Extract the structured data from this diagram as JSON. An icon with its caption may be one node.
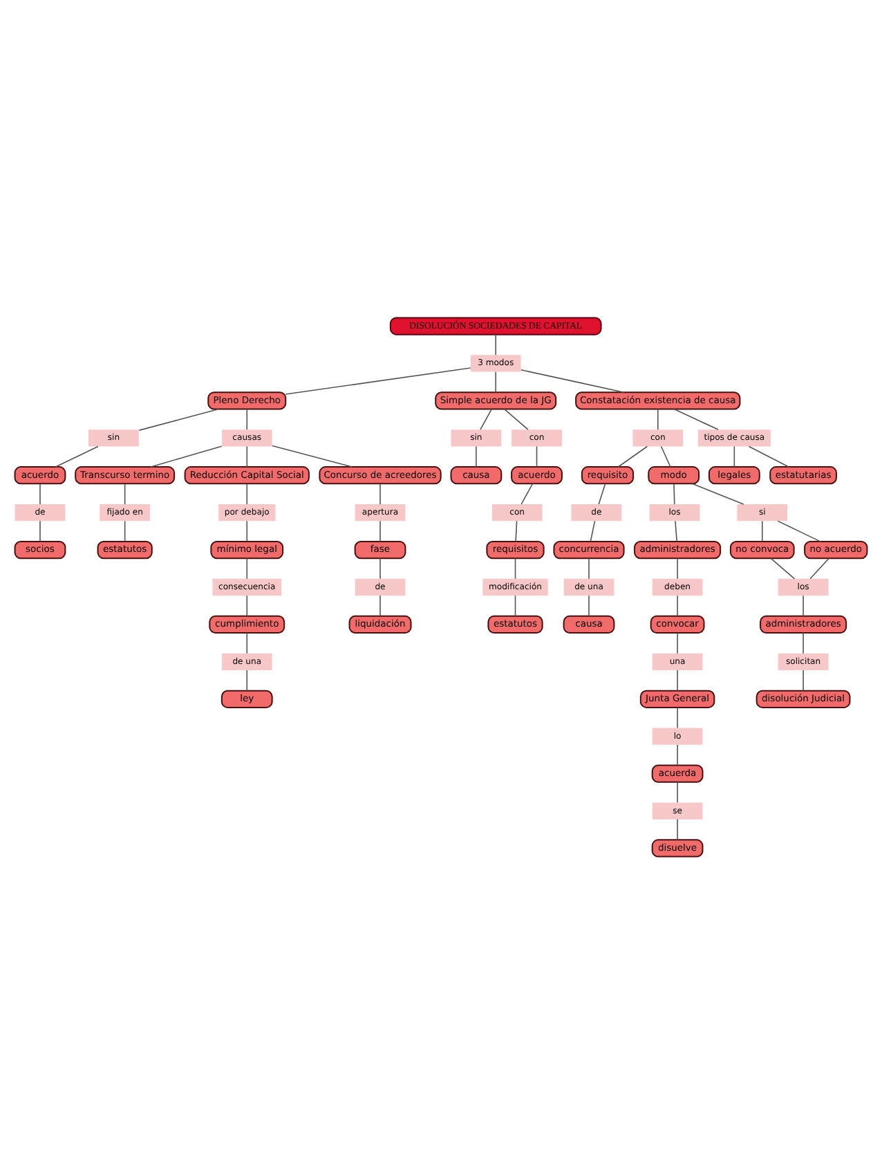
{
  "diagram": {
    "nodes": [
      {
        "text": [
          "DISOLUCIÓN SOCIEDADES DE CAPITAL"
        ]
      },
      {
        "text": [
          "3 modos"
        ]
      },
      {
        "text": [
          "Pleno Derecho"
        ]
      },
      {
        "text": [
          "Simple acuerdo de la JG"
        ]
      },
      {
        "text": [
          "Constatación existencia de causa"
        ]
      },
      {
        "text": [
          "sin"
        ]
      },
      {
        "text": [
          "causas"
        ]
      },
      {
        "text": [
          "sin"
        ]
      },
      {
        "text": [
          "con"
        ]
      },
      {
        "text": [
          "con"
        ]
      },
      {
        "text": [
          "tipos de causa"
        ]
      },
      {
        "text": [
          "acuerdo"
        ]
      },
      {
        "text": [
          "Transcurso termino"
        ]
      },
      {
        "text": [
          "Reducción Capital Social"
        ]
      },
      {
        "text": [
          "Concurso de acreedores"
        ]
      },
      {
        "text": [
          "causa"
        ]
      },
      {
        "text": [
          "acuerdo"
        ]
      },
      {
        "text": [
          "requisito"
        ]
      },
      {
        "text": [
          "modo"
        ]
      },
      {
        "text": [
          "legales"
        ]
      },
      {
        "text": [
          "estatutarias"
        ]
      },
      {
        "text": [
          "de"
        ]
      },
      {
        "text": [
          "fijado en"
        ]
      },
      {
        "text": [
          "por debajo"
        ]
      },
      {
        "text": [
          "apertura"
        ]
      },
      {
        "text": [
          "con"
        ]
      },
      {
        "text": [
          "de"
        ]
      },
      {
        "text": [
          "los"
        ]
      },
      {
        "text": [
          "si"
        ]
      },
      {
        "text": [
          "socios"
        ]
      },
      {
        "text": [
          "estatutos"
        ]
      },
      {
        "text": [
          "mínimo legal"
        ]
      },
      {
        "text": [
          "fase"
        ]
      },
      {
        "text": [
          "requisitos"
        ]
      },
      {
        "text": [
          "concurrencia"
        ]
      },
      {
        "text": [
          "administradores"
        ]
      },
      {
        "text": [
          "no convoca"
        ]
      },
      {
        "text": [
          "no acuerdo"
        ]
      },
      {
        "text": [
          "consecuencia"
        ]
      },
      {
        "text": [
          "de"
        ]
      },
      {
        "text": [
          "modificación"
        ]
      },
      {
        "text": [
          "de una"
        ]
      },
      {
        "text": [
          "deben"
        ]
      },
      {
        "text": [
          "los"
        ]
      },
      {
        "text": [
          "cumplimiento"
        ]
      },
      {
        "text": [
          "liquidación"
        ]
      },
      {
        "text": [
          "estatutos"
        ]
      },
      {
        "text": [
          "causa"
        ]
      },
      {
        "text": [
          "convocar"
        ]
      },
      {
        "text": [
          "administradores"
        ]
      },
      {
        "text": [
          "de una"
        ]
      },
      {
        "text": [
          "una"
        ]
      },
      {
        "text": [
          "solicitan"
        ]
      },
      {
        "text": [
          "ley"
        ]
      },
      {
        "text": [
          "Junta General"
        ]
      },
      {
        "text": [
          "disolución Judicial"
        ]
      },
      {
        "text": [
          "lo"
        ]
      },
      {
        "text": [
          "acuerda"
        ]
      },
      {
        "text": [
          "se"
        ]
      },
      {
        "text": [
          "disuelve"
        ]
      }
    ],
    "edges": [
      {
        "from": 0,
        "to": 1,
        "arrow": "none"
      },
      {
        "from": 1,
        "to": 2,
        "arrow": "none"
      },
      {
        "from": 1,
        "to": 3,
        "arrow": "none"
      },
      {
        "from": 1,
        "to": 4,
        "arrow": "none"
      },
      {
        "from": 2,
        "to": 5,
        "arrow": "none"
      },
      {
        "from": 2,
        "to": 6,
        "arrow": "none"
      },
      {
        "from": 3,
        "to": 7,
        "arrow": "none"
      },
      {
        "from": 3,
        "to": 8,
        "arrow": "none"
      },
      {
        "from": 4,
        "to": 9,
        "arrow": "none"
      },
      {
        "from": 4,
        "to": 10,
        "arrow": "none"
      },
      {
        "from": 5,
        "to": 11,
        "arrow": "none"
      },
      {
        "from": 6,
        "to": 12,
        "arrow": "none"
      },
      {
        "from": 6,
        "to": 13,
        "arrow": "none"
      },
      {
        "from": 6,
        "to": 14,
        "arrow": "none"
      },
      {
        "from": 7,
        "to": 15,
        "arrow": "none"
      },
      {
        "from": 8,
        "to": 16,
        "arrow": "none"
      },
      {
        "from": 9,
        "to": 17,
        "arrow": "none"
      },
      {
        "from": 9,
        "to": 18,
        "arrow": "none"
      },
      {
        "from": 10,
        "to": 19,
        "arrow": "none"
      },
      {
        "from": 10,
        "to": 20,
        "arrow": "none"
      },
      {
        "from": 11,
        "to": 21,
        "arrow": "none"
      },
      {
        "from": 12,
        "to": 22,
        "arrow": "none"
      },
      {
        "from": 13,
        "to": 23,
        "arrow": "none"
      },
      {
        "from": 14,
        "to": 24,
        "arrow": "none"
      },
      {
        "from": 16,
        "to": 25,
        "arrow": "none"
      },
      {
        "from": 17,
        "to": 26,
        "arrow": "none"
      },
      {
        "from": 18,
        "to": 27,
        "arrow": "none"
      },
      {
        "from": 18,
        "to": 28,
        "arrow": "none"
      },
      {
        "from": 21,
        "to": 29,
        "arrow": "none"
      },
      {
        "from": 22,
        "to": 30,
        "arrow": "none"
      },
      {
        "from": 23,
        "to": 31,
        "arrow": "none"
      },
      {
        "from": 24,
        "to": 32,
        "arrow": "none"
      },
      {
        "from": 25,
        "to": 33,
        "arrow": "none"
      },
      {
        "from": 26,
        "to": 34,
        "arrow": "none"
      },
      {
        "from": 27,
        "to": 35,
        "arrow": "none"
      },
      {
        "from": 28,
        "to": 36,
        "arrow": "none"
      },
      {
        "from": 28,
        "to": 37,
        "arrow": "none"
      },
      {
        "from": 31,
        "to": 38,
        "arrow": "none"
      },
      {
        "from": 32,
        "to": 39,
        "arrow": "none"
      },
      {
        "from": 33,
        "to": 40,
        "arrow": "none"
      },
      {
        "from": 34,
        "to": 41,
        "arrow": "none"
      },
      {
        "from": 35,
        "to": 42,
        "arrow": "none"
      },
      {
        "from": 36,
        "to": 43,
        "arrow": "none"
      },
      {
        "from": 37,
        "to": 43,
        "arrow": "none"
      },
      {
        "from": 38,
        "to": 44,
        "arrow": "none"
      },
      {
        "from": 39,
        "to": 45,
        "arrow": "none"
      },
      {
        "from": 40,
        "to": 46,
        "arrow": "none"
      },
      {
        "from": 41,
        "to": 47,
        "arrow": "none"
      },
      {
        "from": 42,
        "to": 48,
        "arrow": "none"
      },
      {
        "from": 43,
        "to": 49,
        "arrow": "none"
      },
      {
        "from": 44,
        "to": 50,
        "arrow": "none"
      },
      {
        "from": 48,
        "to": 51,
        "arrow": "none"
      },
      {
        "from": 49,
        "to": 52,
        "arrow": "none"
      },
      {
        "from": 50,
        "to": 53,
        "arrow": "none"
      },
      {
        "from": 51,
        "to": 54,
        "arrow": "none"
      },
      {
        "from": 52,
        "to": 55,
        "arrow": "none"
      },
      {
        "from": 54,
        "to": 56,
        "arrow": "none"
      },
      {
        "from": 56,
        "to": 57,
        "arrow": "none"
      },
      {
        "from": 57,
        "to": 58,
        "arrow": "none"
      },
      {
        "from": 58,
        "to": 59,
        "arrow": "none"
      }
    ]
  }
}
